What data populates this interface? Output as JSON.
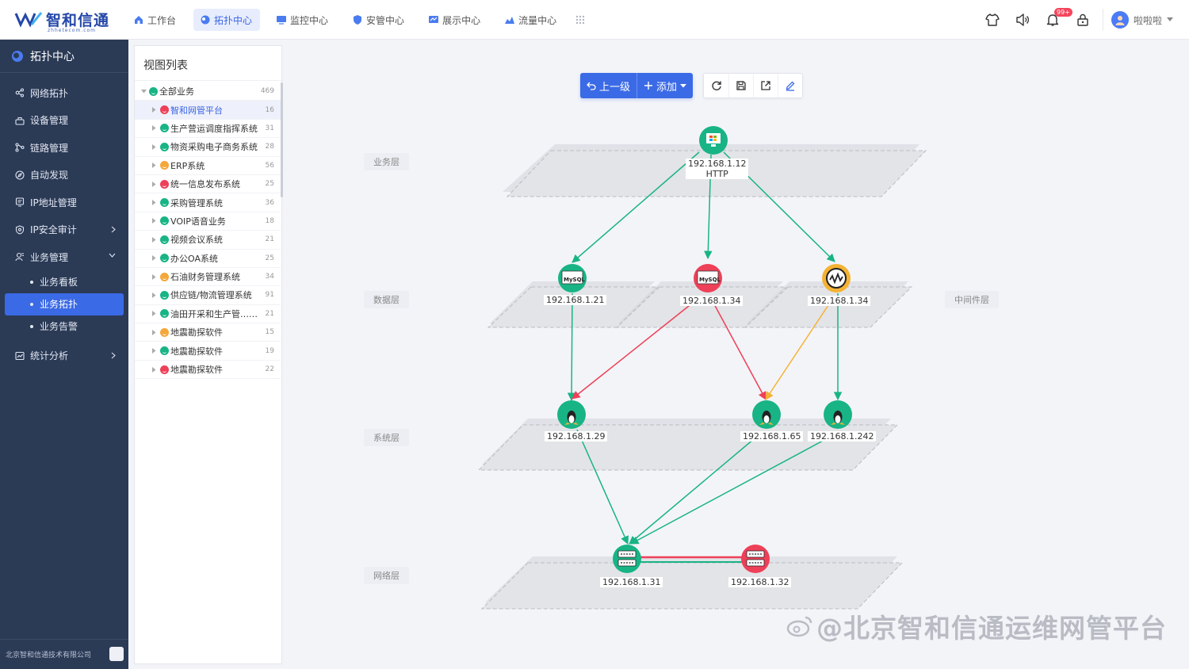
{
  "brand": {
    "name": "智和信通",
    "sub": "zhhetecom.com"
  },
  "topnav": [
    {
      "label": "工作台",
      "icon": "home-icon"
    },
    {
      "label": "拓扑中心",
      "icon": "topology-icon"
    },
    {
      "label": "监控中心",
      "icon": "monitor-icon"
    },
    {
      "label": "安管中心",
      "icon": "shield-icon"
    },
    {
      "label": "展示中心",
      "icon": "display-icon"
    },
    {
      "label": "流量中心",
      "icon": "traffic-icon"
    }
  ],
  "header_right": {
    "badge": "99+",
    "username": "啦啦啦"
  },
  "sidebar": {
    "title": "拓扑中心",
    "items": [
      {
        "label": "网络拓扑"
      },
      {
        "label": "设备管理"
      },
      {
        "label": "链路管理"
      },
      {
        "label": "自动发现"
      },
      {
        "label": "IP地址管理"
      },
      {
        "label": "IP安全审计"
      },
      {
        "label": "业务管理"
      }
    ],
    "subitems": [
      {
        "label": "业务看板"
      },
      {
        "label": "业务拓扑"
      },
      {
        "label": "业务告警"
      }
    ],
    "stats": {
      "label": "统计分析"
    },
    "footer": "北京智和信通技术有限公司"
  },
  "panel": {
    "title": "视图列表",
    "root": {
      "label": "全部业务",
      "count": "469"
    },
    "items": [
      {
        "label": "智和网管平台",
        "count": "16",
        "status": "r"
      },
      {
        "label": "生产营运调度指挥系统",
        "count": "31",
        "status": "g"
      },
      {
        "label": "物资采购电子商务系统",
        "count": "28",
        "status": "g"
      },
      {
        "label": "ERP系统",
        "count": "56",
        "status": "o"
      },
      {
        "label": "统一信息发布系统",
        "count": "25",
        "status": "r"
      },
      {
        "label": "采购管理系统",
        "count": "36",
        "status": "g"
      },
      {
        "label": "VOIP语音业务",
        "count": "18",
        "status": "g"
      },
      {
        "label": "视频会议系统",
        "count": "21",
        "status": "g"
      },
      {
        "label": "办公OA系统",
        "count": "25",
        "status": "g"
      },
      {
        "label": "石油财务管理系统",
        "count": "34",
        "status": "o"
      },
      {
        "label": "供应链/物流管理系统",
        "count": "91",
        "status": "g"
      },
      {
        "label": "油田开采和生产管……",
        "count": "21",
        "status": "g"
      },
      {
        "label": "地震勘探软件",
        "count": "15",
        "status": "o"
      },
      {
        "label": "地震勘探软件",
        "count": "19",
        "status": "g"
      },
      {
        "label": "地震勘探软件",
        "count": "22",
        "status": "r"
      }
    ]
  },
  "toolbar": {
    "up": "上一级",
    "add": "添加"
  },
  "layers": {
    "business": "业务层",
    "data": "数据层",
    "middleware": "中间件层",
    "system": "系统层",
    "network": "网络层"
  },
  "nodes": {
    "http": {
      "ip": "192.168.1.12",
      "sub": "HTTP"
    },
    "mysql1": {
      "ip": "192.168.1.21"
    },
    "mysql2": {
      "ip": "192.168.1.34"
    },
    "mw": {
      "ip": "192.168.1.34"
    },
    "linux1": {
      "ip": "192.168.1.29"
    },
    "linux2": {
      "ip": "192.168.1.65"
    },
    "linux3": {
      "ip": "192.168.1.242"
    },
    "sw1": {
      "ip": "192.168.1.31"
    },
    "sw2": {
      "ip": "192.168.1.32"
    }
  },
  "watermark": "@北京智和信通运维网管平台",
  "colors": {
    "ok": "#18b485",
    "error": "#ee4058",
    "warning": "#f4b233",
    "primary": "#3b6ae6"
  }
}
